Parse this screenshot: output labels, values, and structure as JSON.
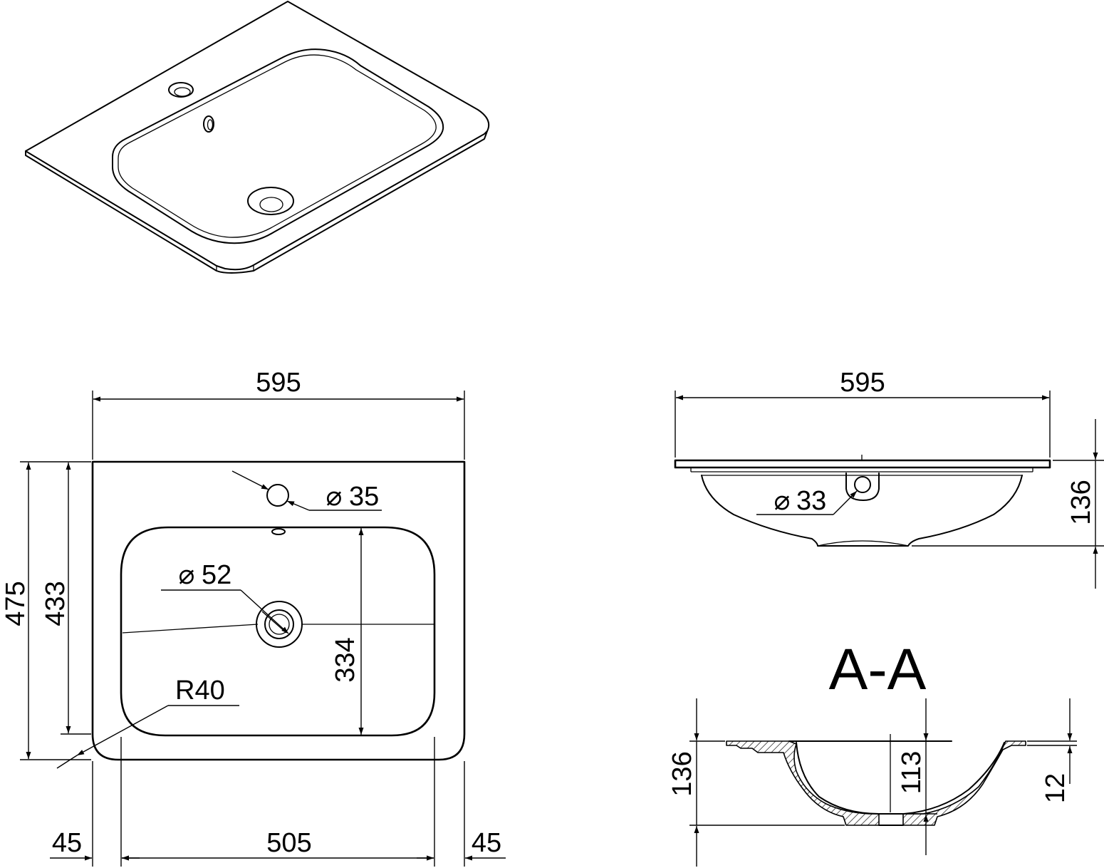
{
  "views": {
    "front": {
      "overall_width": "595",
      "overall_depth": "475",
      "inner_depth": "433",
      "bowl_width": "505",
      "left_margin": "45",
      "right_margin": "45",
      "bowl_depth": "334",
      "tap_hole": "35",
      "drain_hole": "52",
      "corner_radius": "R40"
    },
    "side": {
      "overall_width": "595",
      "height": "136",
      "overflow_hole": "33"
    },
    "section": {
      "title": "A-A",
      "height": "136",
      "bowl_depth": "113",
      "rim_thickness": "12"
    }
  },
  "symbols": {
    "diameter": "⌀"
  }
}
